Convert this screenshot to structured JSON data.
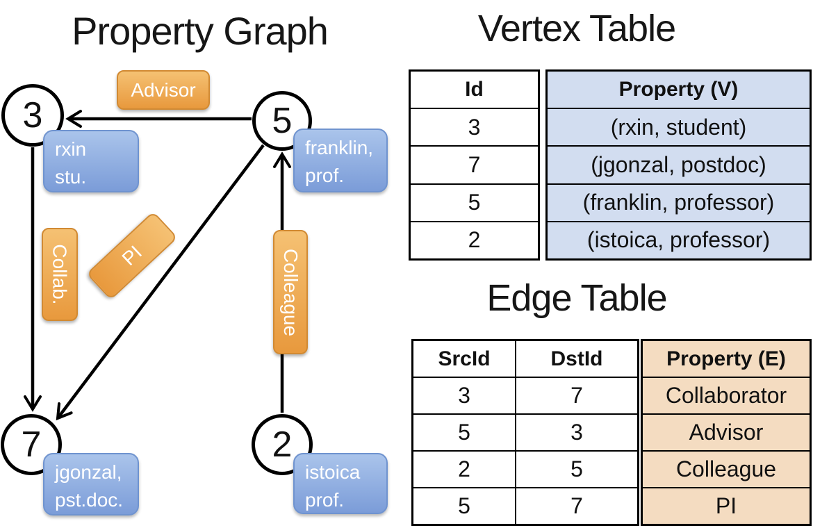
{
  "graph": {
    "title": "Property Graph",
    "nodes": [
      {
        "id": "3",
        "label_lines": [
          "rxin",
          "stu."
        ]
      },
      {
        "id": "5",
        "label_lines": [
          "franklin,",
          "prof."
        ]
      },
      {
        "id": "7",
        "label_lines": [
          "jgonzal,",
          "pst.doc."
        ]
      },
      {
        "id": "2",
        "label_lines": [
          "istoica",
          "prof."
        ]
      }
    ],
    "edges": [
      {
        "label": "Advisor",
        "src": "5",
        "dst": "3"
      },
      {
        "label": "Collab.",
        "src": "3",
        "dst": "7"
      },
      {
        "label": "PI",
        "src": "5",
        "dst": "7"
      },
      {
        "label": "Colleague",
        "src": "2",
        "dst": "5"
      }
    ]
  },
  "vertex_table": {
    "title": "Vertex Table",
    "columns": [
      "Id",
      "Property (V)"
    ],
    "rows": [
      [
        "3",
        "(rxin, student)"
      ],
      [
        "7",
        "(jgonzal, postdoc)"
      ],
      [
        "5",
        "(franklin, professor)"
      ],
      [
        "2",
        "(istoica, professor)"
      ]
    ]
  },
  "edge_table": {
    "title": "Edge Table",
    "columns": [
      "SrcId",
      "DstId",
      "Property (E)"
    ],
    "rows": [
      [
        "3",
        "7",
        "Collaborator"
      ],
      [
        "5",
        "3",
        "Advisor"
      ],
      [
        "2",
        "5",
        "Colleague"
      ],
      [
        "5",
        "7",
        "PI"
      ]
    ]
  },
  "colors": {
    "edge_label_gradient_top": "#f5c173",
    "edge_label_gradient_bottom": "#e8993d",
    "vertex_box_gradient_top": "#aac4eb",
    "vertex_box_gradient_bottom": "#7b9cd8",
    "vertex_table_property_fill": "#d2ddf0",
    "edge_table_property_fill": "#f4dcc1",
    "line_color": "#000000",
    "label_text": "#ffffff",
    "text": "#111111"
  }
}
